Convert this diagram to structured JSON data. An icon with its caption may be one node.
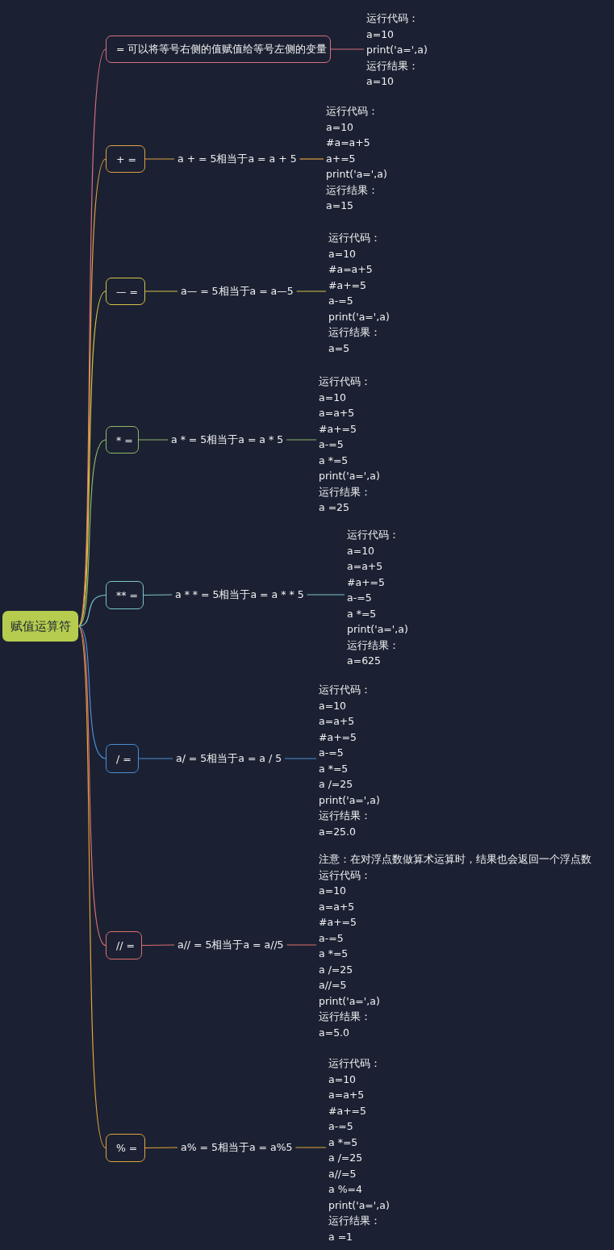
{
  "diagram": {
    "nodes": [
      {
        "text": [
          "赋值运算符"
        ]
      },
      {
        "text": [
          "= 可以将等号右侧的值赋值给等号左侧的变量"
        ]
      },
      {
        "text": [
          "运行代码：",
          "a=10",
          "print('a=',a)",
          "运行结果：",
          "a=10"
        ]
      },
      {
        "text": [
          "+ ="
        ]
      },
      {
        "text": [
          "a + = 5相当于a = a + 5"
        ]
      },
      {
        "text": [
          "运行代码：",
          "a=10",
          "#a=a+5",
          "a+=5",
          "print('a=',a)",
          "运行结果：",
          "a=15"
        ]
      },
      {
        "text": [
          "— ="
        ]
      },
      {
        "text": [
          "a— = 5相当于a = a—5"
        ]
      },
      {
        "text": [
          "运行代码：",
          "a=10",
          "#a=a+5",
          "#a+=5",
          "a-=5",
          "print('a=',a)",
          "运行结果：",
          "a=5"
        ]
      },
      {
        "text": [
          "* ="
        ]
      },
      {
        "text": [
          "a * = 5相当于a = a * 5"
        ]
      },
      {
        "text": [
          "运行代码：",
          "a=10",
          "a=a+5",
          "#a+=5",
          "a-=5",
          "a *=5",
          "print('a=',a)",
          "运行结果：",
          "a =25"
        ]
      },
      {
        "text": [
          "** ="
        ]
      },
      {
        "text": [
          "a * * = 5相当于a = a * * 5"
        ]
      },
      {
        "text": [
          "运行代码：",
          "a=10",
          "a=a+5",
          "#a+=5",
          "a-=5",
          "a *=5",
          "print('a=',a)",
          "运行结果：",
          "a=625"
        ]
      },
      {
        "text": [
          "/ ="
        ]
      },
      {
        "text": [
          "a/ = 5相当于a = a / 5"
        ]
      },
      {
        "text": [
          "运行代码：",
          "a=10",
          "a=a+5",
          "#a+=5",
          "a-=5",
          "a *=5",
          "a /=25",
          "print('a=',a)",
          "运行结果：",
          "a=25.0"
        ]
      },
      {
        "text": [
          "// ="
        ]
      },
      {
        "text": [
          "a// = 5相当于a = a//5"
        ]
      },
      {
        "text": [
          "注意：在对浮点数做算术运算时，结果也会返回一个浮点数",
          "运行代码：",
          "a=10",
          "a=a+5",
          "#a+=5",
          "a-=5",
          "a *=5",
          "a /=25",
          "a//=5",
          "print('a=',a)",
          "运行结果：",
          "a=5.0"
        ]
      },
      {
        "text": [
          "% ="
        ]
      },
      {
        "text": [
          "a% = 5相当于a = a%5"
        ]
      },
      {
        "text": [
          "运行代码：",
          "a=10",
          "a=a+5",
          "#a+=5",
          "a-=5",
          "a *=5",
          "a /=25",
          "a//=5",
          "a %=4",
          "print('a=',a)",
          "运行结果：",
          "a =1"
        ]
      }
    ],
    "edges": [
      {
        "from": 0,
        "to": 1,
        "arrow": "none",
        "color": "#d9707f"
      },
      {
        "from": 1,
        "to": 2,
        "arrow": "none",
        "color": "#d9707f"
      },
      {
        "from": 0,
        "to": 3,
        "arrow": "none",
        "color": "#e0a040"
      },
      {
        "from": 3,
        "to": 4,
        "arrow": "none",
        "color": "#e0a040"
      },
      {
        "from": 4,
        "to": 5,
        "arrow": "none",
        "color": "#e0a040"
      },
      {
        "from": 0,
        "to": 6,
        "arrow": "none",
        "color": "#d6c445"
      },
      {
        "from": 6,
        "to": 7,
        "arrow": "none",
        "color": "#d6c445"
      },
      {
        "from": 7,
        "to": 8,
        "arrow": "none",
        "color": "#d6c445"
      },
      {
        "from": 0,
        "to": 9,
        "arrow": "none",
        "color": "#8fb866"
      },
      {
        "from": 9,
        "to": 10,
        "arrow": "none",
        "color": "#8fb866"
      },
      {
        "from": 10,
        "to": 11,
        "arrow": "none",
        "color": "#8fb866"
      },
      {
        "from": 0,
        "to": 12,
        "arrow": "none",
        "color": "#7ec4cc"
      },
      {
        "from": 12,
        "to": 13,
        "arrow": "none",
        "color": "#7ec4cc"
      },
      {
        "from": 13,
        "to": 14,
        "arrow": "none",
        "color": "#7ec4cc"
      },
      {
        "from": 0,
        "to": 15,
        "arrow": "none",
        "color": "#4a8ed6"
      },
      {
        "from": 15,
        "to": 16,
        "arrow": "none",
        "color": "#4a8ed6"
      },
      {
        "from": 16,
        "to": 17,
        "arrow": "none",
        "color": "#4a8ed6"
      },
      {
        "from": 0,
        "to": 18,
        "arrow": "none",
        "color": "#de6f6f"
      },
      {
        "from": 18,
        "to": 19,
        "arrow": "none",
        "color": "#de6f6f"
      },
      {
        "from": 19,
        "to": 20,
        "arrow": "none",
        "color": "#de6f6f"
      },
      {
        "from": 0,
        "to": 21,
        "arrow": "none",
        "color": "#e4a336"
      },
      {
        "from": 21,
        "to": 22,
        "arrow": "none",
        "color": "#e4a336"
      },
      {
        "from": 22,
        "to": 23,
        "arrow": "none",
        "color": "#e4a336"
      }
    ]
  }
}
